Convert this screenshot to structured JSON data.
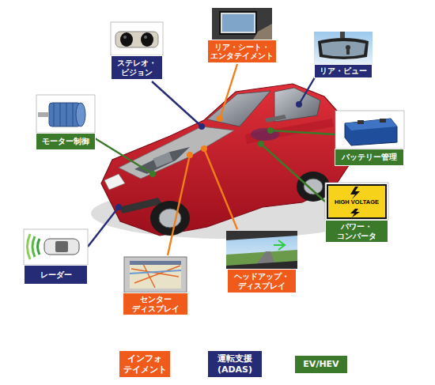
{
  "diagram": {
    "nodes": [
      {
        "text": [
          "リア・シート・ エンタテイメント"
        ]
      },
      {
        "text": [
          "ステレオ・ ビジョン"
        ]
      },
      {
        "text": [
          "リア・ビュー"
        ]
      },
      {
        "text": [
          "モーター制御"
        ]
      },
      {
        "text": [
          "バッテリー管理"
        ]
      },
      {
        "text": [
          "パワー・ コンバータ"
        ]
      },
      {
        "text": [
          "レーダー"
        ]
      },
      {
        "text": [
          "ヘッドアップ・ ディスプレイ"
        ]
      },
      {
        "text": [
          "センター ディスプレイ"
        ]
      }
    ],
    "labels": [
      "HIGH VOLTAGE"
    ],
    "legend": [
      {
        "text": "インフォ テイメント",
        "color": "#f05a1a"
      },
      {
        "text": "運転支援 (ADAS)",
        "color": "#262b75"
      },
      {
        "text": "EV/HEV",
        "color": "#3b7a2a"
      }
    ]
  }
}
